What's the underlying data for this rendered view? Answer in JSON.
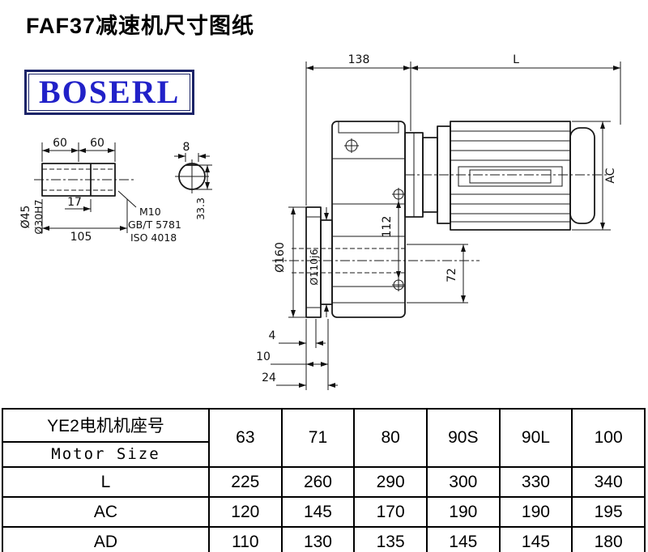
{
  "title": "FAF37减速机尺寸图纸",
  "logo": {
    "text": "BOSERL",
    "text_color": "#2121c8",
    "border_color": "#1c2468"
  },
  "drawing": {
    "top_width": "138",
    "top_length": "L",
    "motor_height": "AC",
    "shaft_len1": "60",
    "shaft_len2": "60",
    "key_width": "8",
    "shaft_dia": "Ø45",
    "bore_dia": "Ø30H7",
    "step_len": "17",
    "total_len": "105",
    "thread": "M10",
    "thread_std1": "GB/T 5781",
    "thread_std2": "ISO 4018",
    "key_depth": "33.3",
    "flange_dia": "Ø160",
    "spigot_dia": "Ø110j6",
    "center_dist": "112",
    "shaft_offset": "72",
    "offset_a": "4",
    "offset_b": "10",
    "offset_c": "24"
  },
  "table": {
    "header_cn": "YE2电机机座号",
    "header_en": "Motor Size",
    "sizes": [
      "63",
      "71",
      "80",
      "90S",
      "90L",
      "100"
    ],
    "rows": [
      {
        "label": "L",
        "values": [
          "225",
          "260",
          "290",
          "300",
          "330",
          "340"
        ]
      },
      {
        "label": "AC",
        "values": [
          "120",
          "145",
          "170",
          "190",
          "190",
          "195"
        ]
      },
      {
        "label": "AD",
        "values": [
          "110",
          "130",
          "135",
          "145",
          "145",
          "180"
        ]
      }
    ]
  }
}
